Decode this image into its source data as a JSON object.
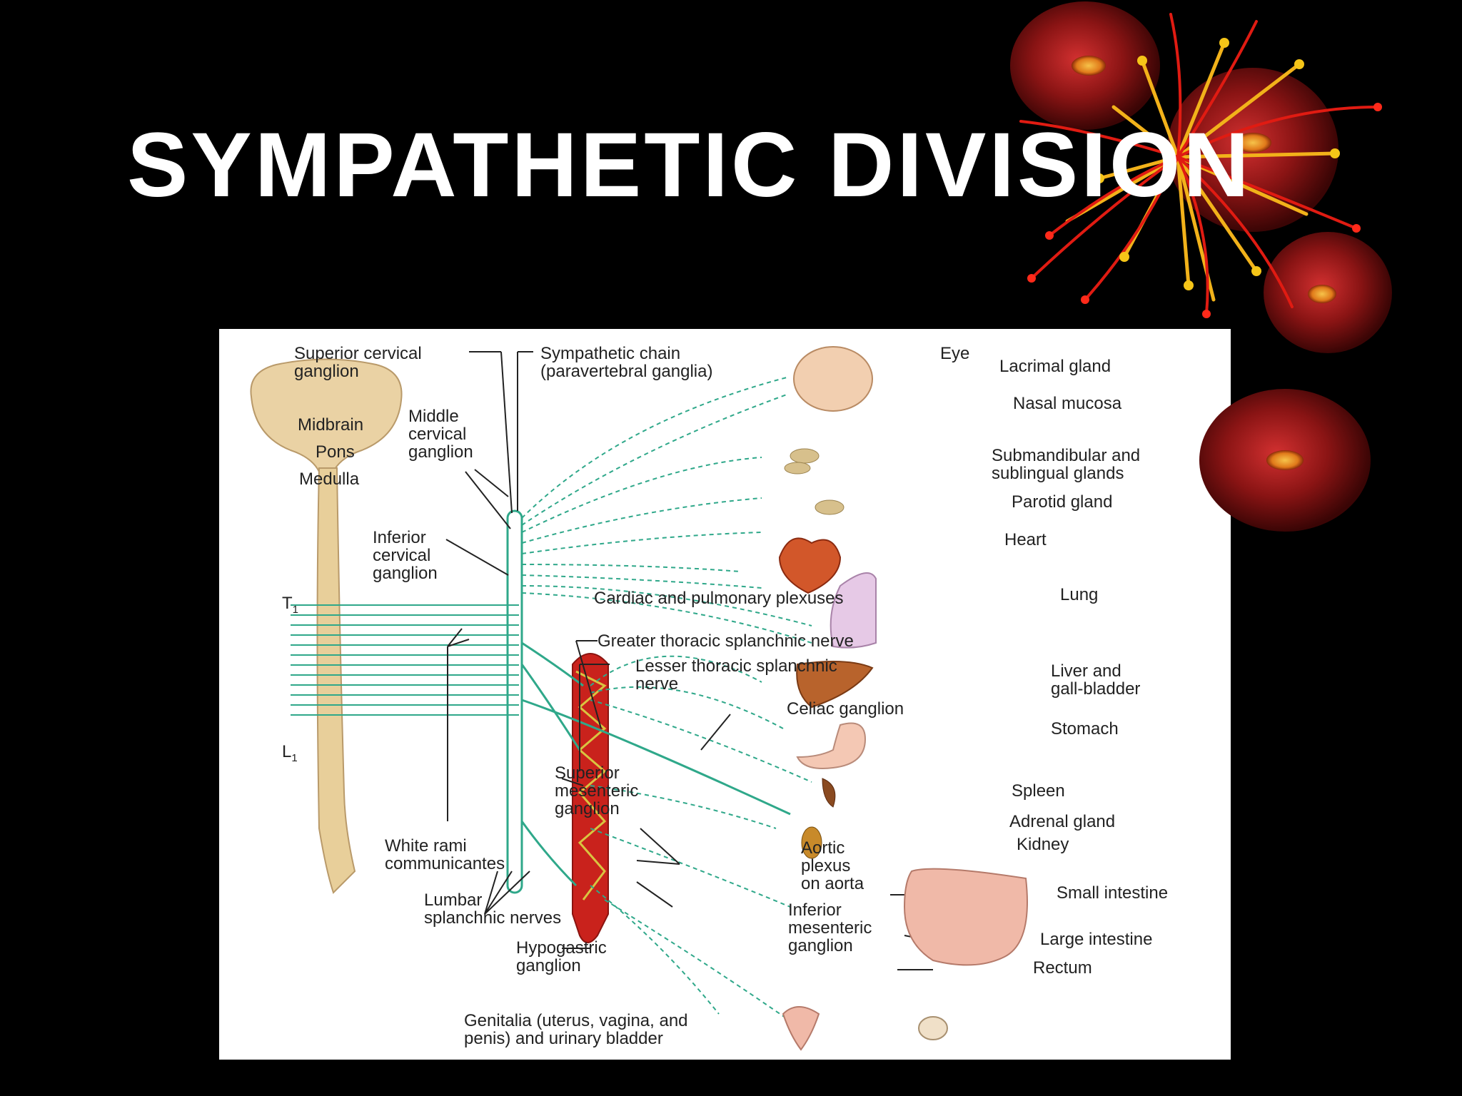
{
  "title": "SYMPATHETIC DIVISION",
  "colors": {
    "background": "#000000",
    "title_text": "#ffffff",
    "nerve": "#2fa88a",
    "spinal_cord": "#e8cf9a",
    "aorta": "#c9221c",
    "ganglia": "#b9c83a",
    "decoration_red": "#a01818",
    "decoration_gold": "#f5c518"
  },
  "diagram": {
    "labels": {
      "superior_cervical": [
        "Superior cervical",
        "ganglion"
      ],
      "sympathetic_chain": [
        "Sympathetic chain",
        "(paravertebral ganglia)"
      ],
      "midbrain": "Midbrain",
      "pons": "Pons",
      "medulla": "Medulla",
      "middle_cervical": [
        "Middle",
        "cervical",
        "ganglion"
      ],
      "inferior_cervical": [
        "Inferior",
        "cervical",
        "ganglion"
      ],
      "t1": "T",
      "t1_sub": "1",
      "l1": "L",
      "l1_sub": "1",
      "cardiac_plexuses": "Cardiac and pulmonary plexuses",
      "greater_splanchnic": "Greater thoracic splanchnic nerve",
      "lesser_splanchnic": [
        "Lesser thoracic splanchnic",
        "nerve"
      ],
      "celiac": "Celiac ganglion",
      "superior_mesenteric": [
        "Superior",
        "mesenteric",
        "ganglion"
      ],
      "white_rami": [
        "White rami",
        "communicantes"
      ],
      "lumbar_splanchnic": [
        "Lumbar",
        "splanchnic nerves"
      ],
      "aortic_plexus": [
        "Aortic",
        "plexus",
        "on aorta"
      ],
      "inferior_mesenteric": [
        "Inferior",
        "mesenteric",
        "ganglion"
      ],
      "hypogastric": [
        "Hypogastric",
        "ganglion"
      ],
      "genitalia": [
        "Genitalia (uterus, vagina, and",
        "penis) and urinary bladder"
      ],
      "eye": "Eye",
      "lacrimal": "Lacrimal gland",
      "nasal": "Nasal mucosa",
      "submandibular": [
        "Submandibular and",
        "sublingual glands"
      ],
      "parotid": "Parotid gland",
      "heart": "Heart",
      "lung": "Lung",
      "liver": [
        "Liver and",
        "gall-bladder"
      ],
      "stomach": "Stomach",
      "spleen": "Spleen",
      "adrenal": "Adrenal gland",
      "kidney": "Kidney",
      "small_intestine": "Small intestine",
      "large_intestine": "Large intestine",
      "rectum": "Rectum"
    },
    "icons": [
      "brainstem-icon",
      "spinal-cord-icon",
      "sympathetic-chain-icon",
      "aorta-icon",
      "eye-face-icon",
      "gland-icon",
      "heart-icon",
      "lung-icon",
      "liver-icon",
      "stomach-icon",
      "spleen-icon",
      "kidney-icon",
      "intestine-icon",
      "uterus-icon",
      "bladder-icon"
    ]
  }
}
